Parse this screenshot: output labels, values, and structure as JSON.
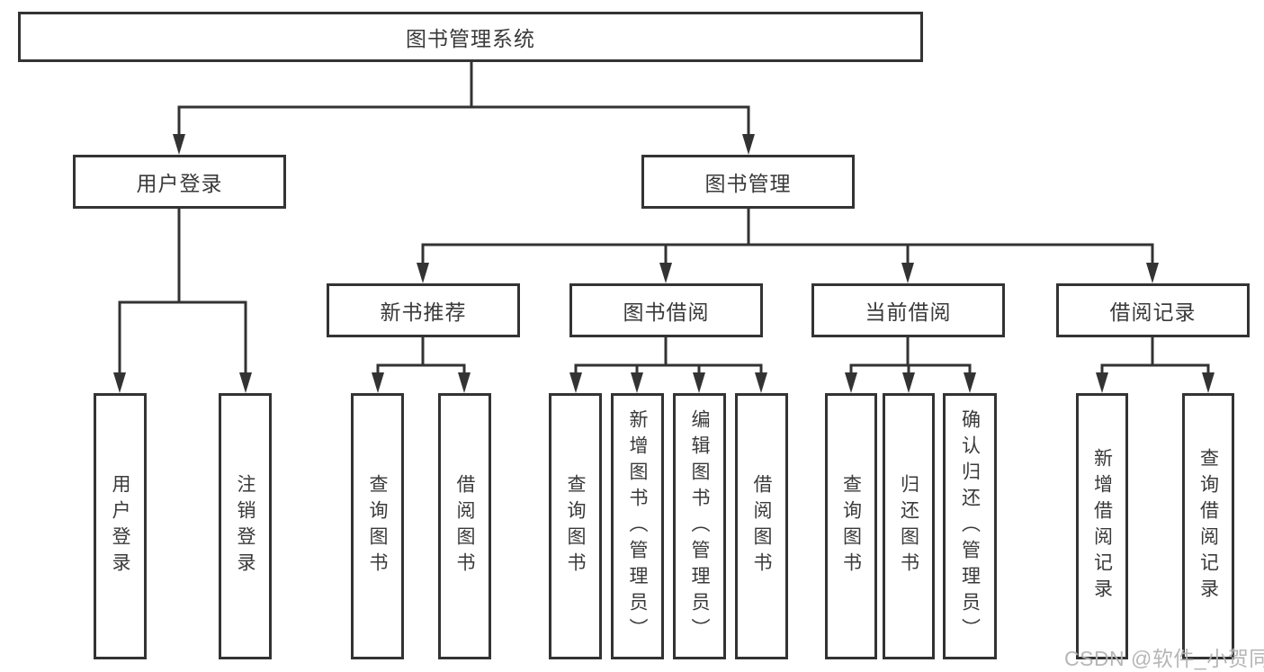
{
  "root": {
    "label": "图书管理系统"
  },
  "branches": [
    {
      "label": "用户登录",
      "children": [
        {
          "label": "用户登录"
        },
        {
          "label": "注销登录"
        }
      ]
    },
    {
      "label": "图书管理",
      "children": [
        {
          "label": "新书推荐",
          "children": [
            {
              "label": "查询图书"
            },
            {
              "label": "借阅图书"
            }
          ]
        },
        {
          "label": "图书借阅",
          "children": [
            {
              "label": "查询图书"
            },
            {
              "label": "新增图书（管理员）"
            },
            {
              "label": "编辑图书（管理员）"
            },
            {
              "label": "借阅图书"
            }
          ]
        },
        {
          "label": "当前借阅",
          "children": [
            {
              "label": "查询图书"
            },
            {
              "label": "归还图书"
            },
            {
              "label": "确认归还（管理员）"
            }
          ]
        },
        {
          "label": "借阅记录",
          "children": [
            {
              "label": "新增借阅记录"
            },
            {
              "label": "查询借阅记录"
            }
          ]
        }
      ]
    }
  ],
  "watermark": {
    "text": "CSDN @软件_小贺同学"
  },
  "colors": {
    "line": "#333333",
    "text": "#3a3a3a",
    "box_background": "#ffffff",
    "page_background": "#ffffff",
    "watermark": "#b2b2b2"
  }
}
